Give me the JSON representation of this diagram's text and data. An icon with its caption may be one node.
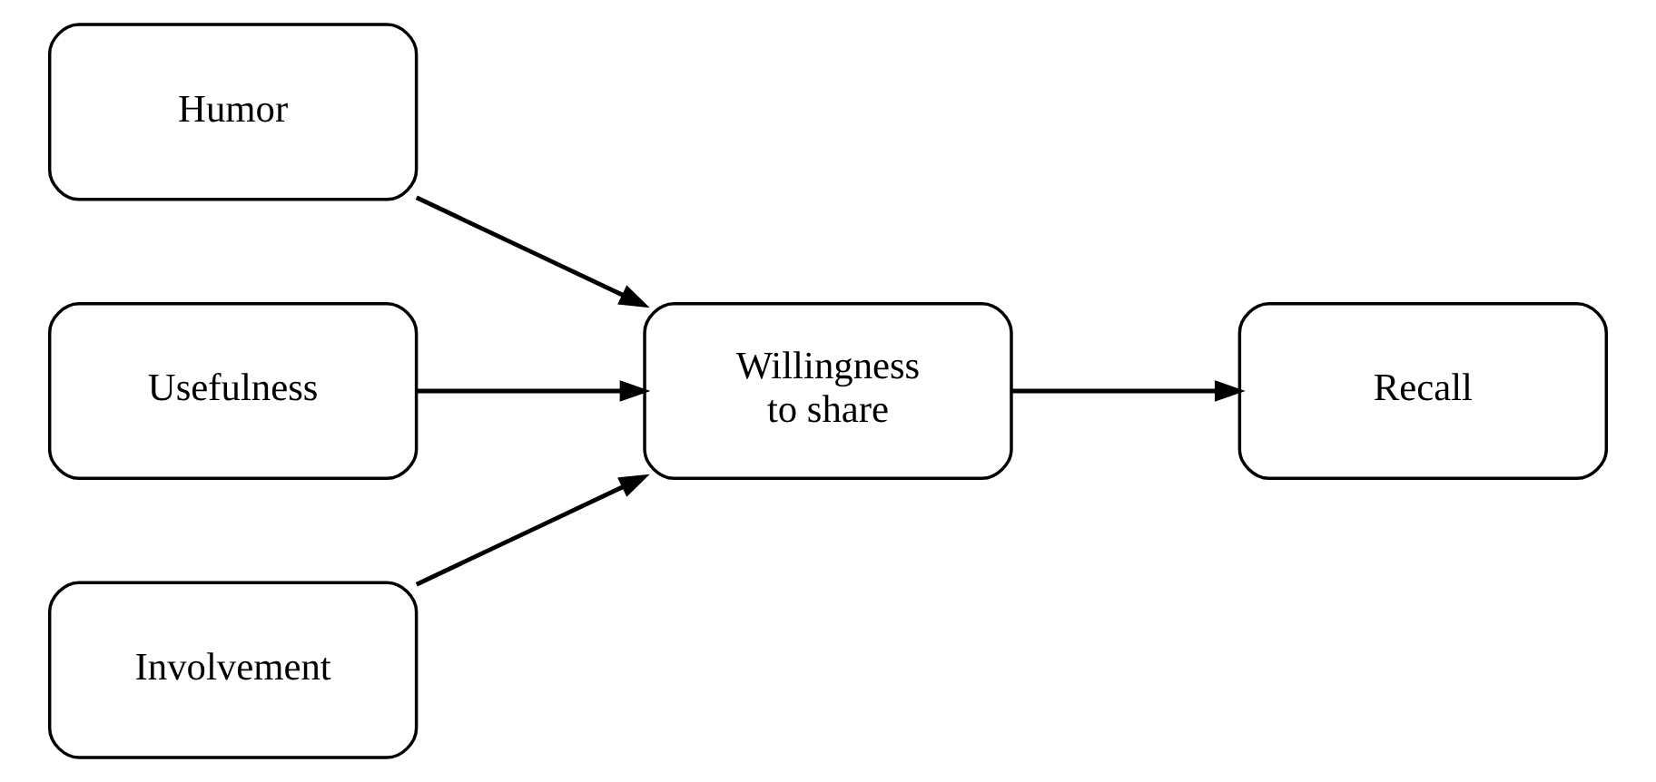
{
  "diagram": {
    "nodes": [
      {
        "text": [
          "Humor"
        ]
      },
      {
        "text": [
          "Usefulness"
        ]
      },
      {
        "text": [
          "Involvement"
        ]
      },
      {
        "text": [
          "Willingness to share"
        ]
      },
      {
        "text": [
          "Recall"
        ]
      }
    ],
    "edges": [
      {
        "from": 0,
        "to": 3,
        "arrow": "to"
      },
      {
        "from": 1,
        "to": 3,
        "arrow": "to"
      },
      {
        "from": 2,
        "to": 3,
        "arrow": "to"
      },
      {
        "from": 3,
        "to": 4,
        "arrow": "to"
      }
    ]
  }
}
